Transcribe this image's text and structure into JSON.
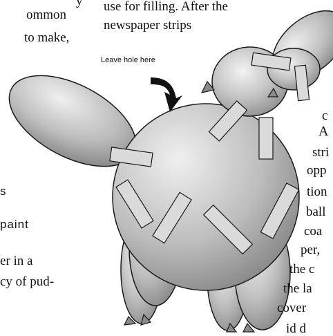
{
  "annotation": {
    "label": "Leave hole here"
  },
  "top_text": {
    "lines": [
      "use for filling. After the",
      "newspaper strips"
    ]
  },
  "left_text": {
    "lines": [
      "y",
      "ommon",
      "to make,",
      "s",
      "paint",
      "er in a",
      "cy of pud-"
    ]
  },
  "right_text": {
    "lines": [
      "c",
      "A",
      "stri",
      "opp",
      "tion",
      "ball",
      "coa",
      "per,",
      "the c",
      "the la",
      "cover",
      "id d"
    ]
  },
  "figure": {
    "balloon_fill": "#c8c8c8",
    "balloon_stroke": "#1a1a1a",
    "tape_fill": "#d9d9d9",
    "arrow_fill": "#111111"
  }
}
